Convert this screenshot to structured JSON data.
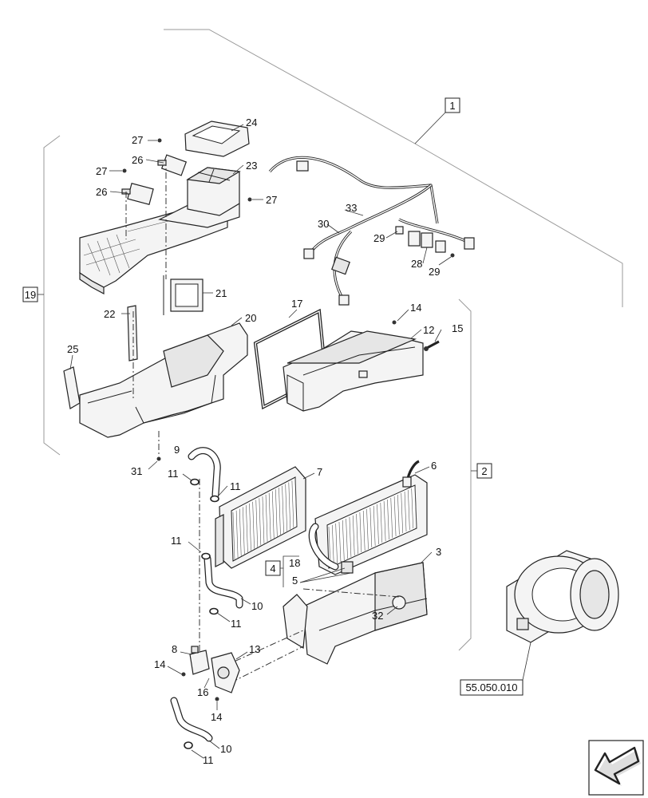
{
  "callouts": {
    "c1": "1",
    "c2": "2",
    "c3": "3",
    "c4": "4",
    "c5": "5",
    "c6": "6",
    "c7": "7",
    "c8": "8",
    "c9": "9",
    "c10a": "10",
    "c10b": "10",
    "c11a": "11",
    "c11b": "11",
    "c11c": "11",
    "c11d": "11",
    "c11e": "11",
    "c12": "12",
    "c13": "13",
    "c14a": "14",
    "c14b": "14",
    "c14c": "14",
    "c15": "15",
    "c16": "16",
    "c17": "17",
    "c18": "18",
    "c19": "19",
    "c20": "20",
    "c21": "21",
    "c22": "22",
    "c23": "23",
    "c24": "24",
    "c25": "25",
    "c26a": "26",
    "c26b": "26",
    "c27a": "27",
    "c27b": "27",
    "c27c": "27",
    "c28": "28",
    "c29a": "29",
    "c29b": "29",
    "c30": "30",
    "c31": "31",
    "c32": "32",
    "c33": "33"
  },
  "reference": {
    "blower_ref": "55.050.010"
  },
  "icons": {
    "nav": "arrow-down-left-icon"
  }
}
